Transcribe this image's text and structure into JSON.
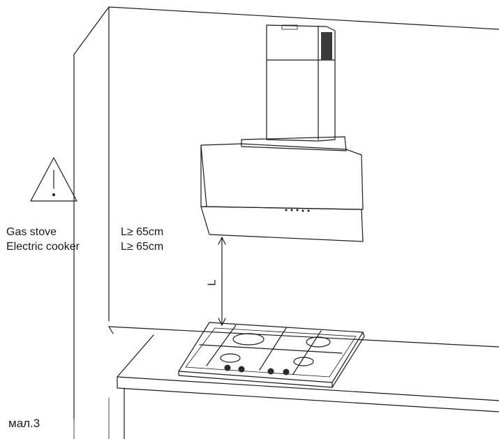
{
  "requirements": [
    {
      "appliance": "Gas stove",
      "clearance": "L≥ 65cm"
    },
    {
      "appliance": "Electric cooker",
      "clearance": "L≥ 65cm"
    }
  ],
  "dimension_label": "L",
  "figure_label": "мал.3",
  "icons": {
    "warning": "warning-triangle-icon"
  },
  "colors": {
    "line": "#1a1a1a",
    "background": "#ffffff"
  }
}
